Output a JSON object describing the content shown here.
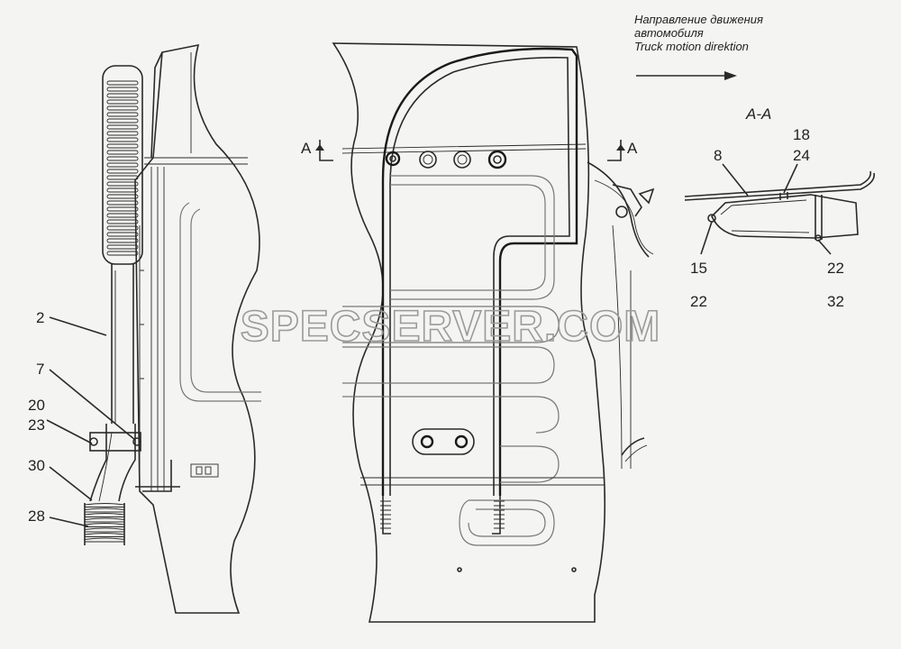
{
  "header": {
    "direction_ru_line1": "Направление движения",
    "direction_ru_line2": "автомобиля",
    "direction_en": "Truck motion direktion"
  },
  "section": {
    "title": "A-A",
    "marker_left": "A",
    "marker_right": "A"
  },
  "callouts_left": {
    "c2": "2",
    "c7": "7",
    "c20": "20",
    "c23": "23",
    "c30": "30",
    "c28": "28"
  },
  "callouts_section": {
    "c8": "8",
    "c18": "18",
    "c24": "24",
    "c15": "15",
    "c22a": "22",
    "c22b": "22",
    "c32": "32"
  },
  "watermark": "SPECSERVER.COM"
}
